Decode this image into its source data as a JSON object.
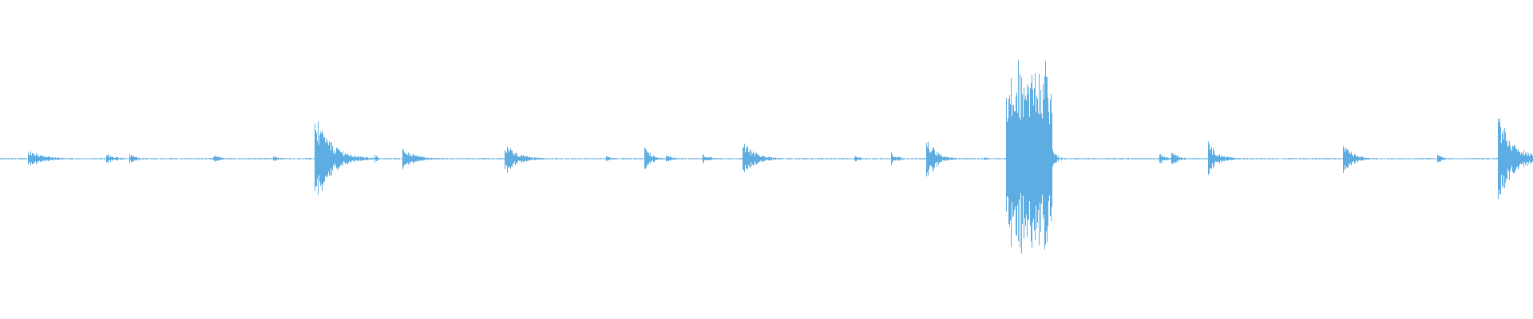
{
  "waveform": {
    "color": "#5dade2",
    "background": "#ffffff",
    "baseline_amplitude": 0.006,
    "transients": [
      {
        "t": 0.018,
        "amp": 0.08,
        "decay": 0.01
      },
      {
        "t": 0.069,
        "amp": 0.05,
        "decay": 0.006
      },
      {
        "t": 0.084,
        "amp": 0.05,
        "decay": 0.004
      },
      {
        "t": 0.139,
        "amp": 0.04,
        "decay": 0.004
      },
      {
        "t": 0.178,
        "amp": 0.03,
        "decay": 0.004
      },
      {
        "t": 0.205,
        "amp": 0.43,
        "decay": 0.01
      },
      {
        "t": 0.244,
        "amp": 0.04,
        "decay": 0.003
      },
      {
        "t": 0.262,
        "amp": 0.1,
        "decay": 0.008
      },
      {
        "t": 0.329,
        "amp": 0.15,
        "decay": 0.008
      },
      {
        "t": 0.395,
        "amp": 0.03,
        "decay": 0.004
      },
      {
        "t": 0.42,
        "amp": 0.14,
        "decay": 0.004
      },
      {
        "t": 0.434,
        "amp": 0.05,
        "decay": 0.004
      },
      {
        "t": 0.458,
        "amp": 0.05,
        "decay": 0.004
      },
      {
        "t": 0.484,
        "amp": 0.16,
        "decay": 0.008
      },
      {
        "t": 0.557,
        "amp": 0.03,
        "decay": 0.004
      },
      {
        "t": 0.581,
        "amp": 0.06,
        "decay": 0.004
      },
      {
        "t": 0.604,
        "amp": 0.22,
        "decay": 0.006
      },
      {
        "t": 0.642,
        "amp": 0.02,
        "decay": 0.003
      },
      {
        "t": 0.756,
        "amp": 0.06,
        "decay": 0.004
      },
      {
        "t": 0.764,
        "amp": 0.08,
        "decay": 0.004
      },
      {
        "t": 0.788,
        "amp": 0.15,
        "decay": 0.006
      },
      {
        "t": 0.876,
        "amp": 0.15,
        "decay": 0.006
      },
      {
        "t": 0.937,
        "amp": 0.04,
        "decay": 0.004
      },
      {
        "t": 0.977,
        "amp": 0.43,
        "decay": 0.01
      }
    ],
    "burst": {
      "start": 0.656,
      "end": 0.686,
      "amp": 0.8
    }
  }
}
